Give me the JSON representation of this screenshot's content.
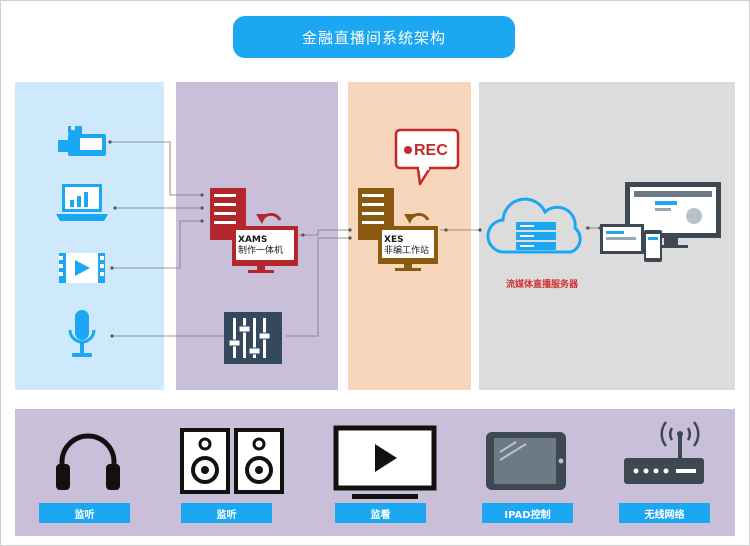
{
  "title": "金融直播间系统架构",
  "nodes": {
    "xams": {
      "code": "XAMS",
      "name": "制作一体机"
    },
    "xes": {
      "code": "XES",
      "name": "非编工作站"
    },
    "rec": {
      "text": "REC"
    },
    "server": {
      "name": "流媒体直播服务器"
    }
  },
  "bottom_items": [
    {
      "label": "监听",
      "icon": "headphones-icon"
    },
    {
      "label": "监听",
      "icon": "speakers-icon"
    },
    {
      "label": "监看",
      "icon": "monitor-play-icon"
    },
    {
      "label": "IPAD控制",
      "icon": "tablet-icon"
    },
    {
      "label": "无线网络",
      "icon": "wifi-router-icon"
    }
  ],
  "colors": {
    "title_bg": "#1ba7f1",
    "source_column": "#cde9fb",
    "production_column": "#cabfd9",
    "editing_column": "#f8d6bb",
    "distribution_column": "#dcdcdc",
    "accent_red": "#b3262b",
    "accent_brown": "#8b5a10",
    "icon_blue": "#1ba7f1"
  }
}
